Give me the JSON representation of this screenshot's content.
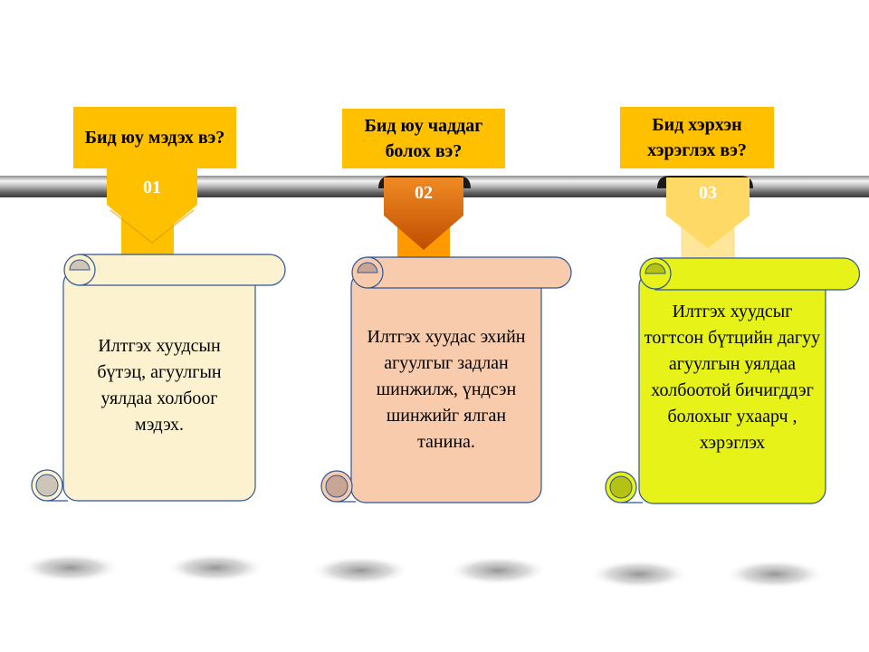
{
  "steps": [
    {
      "number": "01",
      "title": "Бид юу мэдэх вэ?",
      "text": "Илтгэх хуудсын бүтэц, агуулгын уялдаа холбоог мэдэх.",
      "colors": {
        "scroll": "#fdf2d0",
        "scroll_curl": "#cdc5b5",
        "badge": "#ffc000",
        "stem": "#ffc000"
      }
    },
    {
      "number": "02",
      "title": "Бид юу чаддаг болох вэ?",
      "text": "Илтгэх хуудас эхийн агуулгыг задлан шинжилж, үндсэн шинжийг ялган танина.",
      "colors": {
        "scroll": "#f8cbad",
        "scroll_curl": "#c9a593",
        "badge": "#e46c0a",
        "stem": "#ff9900"
      }
    },
    {
      "number": "03",
      "title": "Бид хэрхэн хэрэглэх вэ?",
      "text": "Илтгэх хуудсыг тогтсон бүтцийн дагуу агуулгын уялдаа холбоотой бичигддэг болохыг ухаарч , хэрэглэх",
      "colors": {
        "scroll": "#e6f218",
        "scroll_curl": "#b5c214",
        "badge": "#ffd966",
        "stem": "#ffe699"
      }
    }
  ]
}
